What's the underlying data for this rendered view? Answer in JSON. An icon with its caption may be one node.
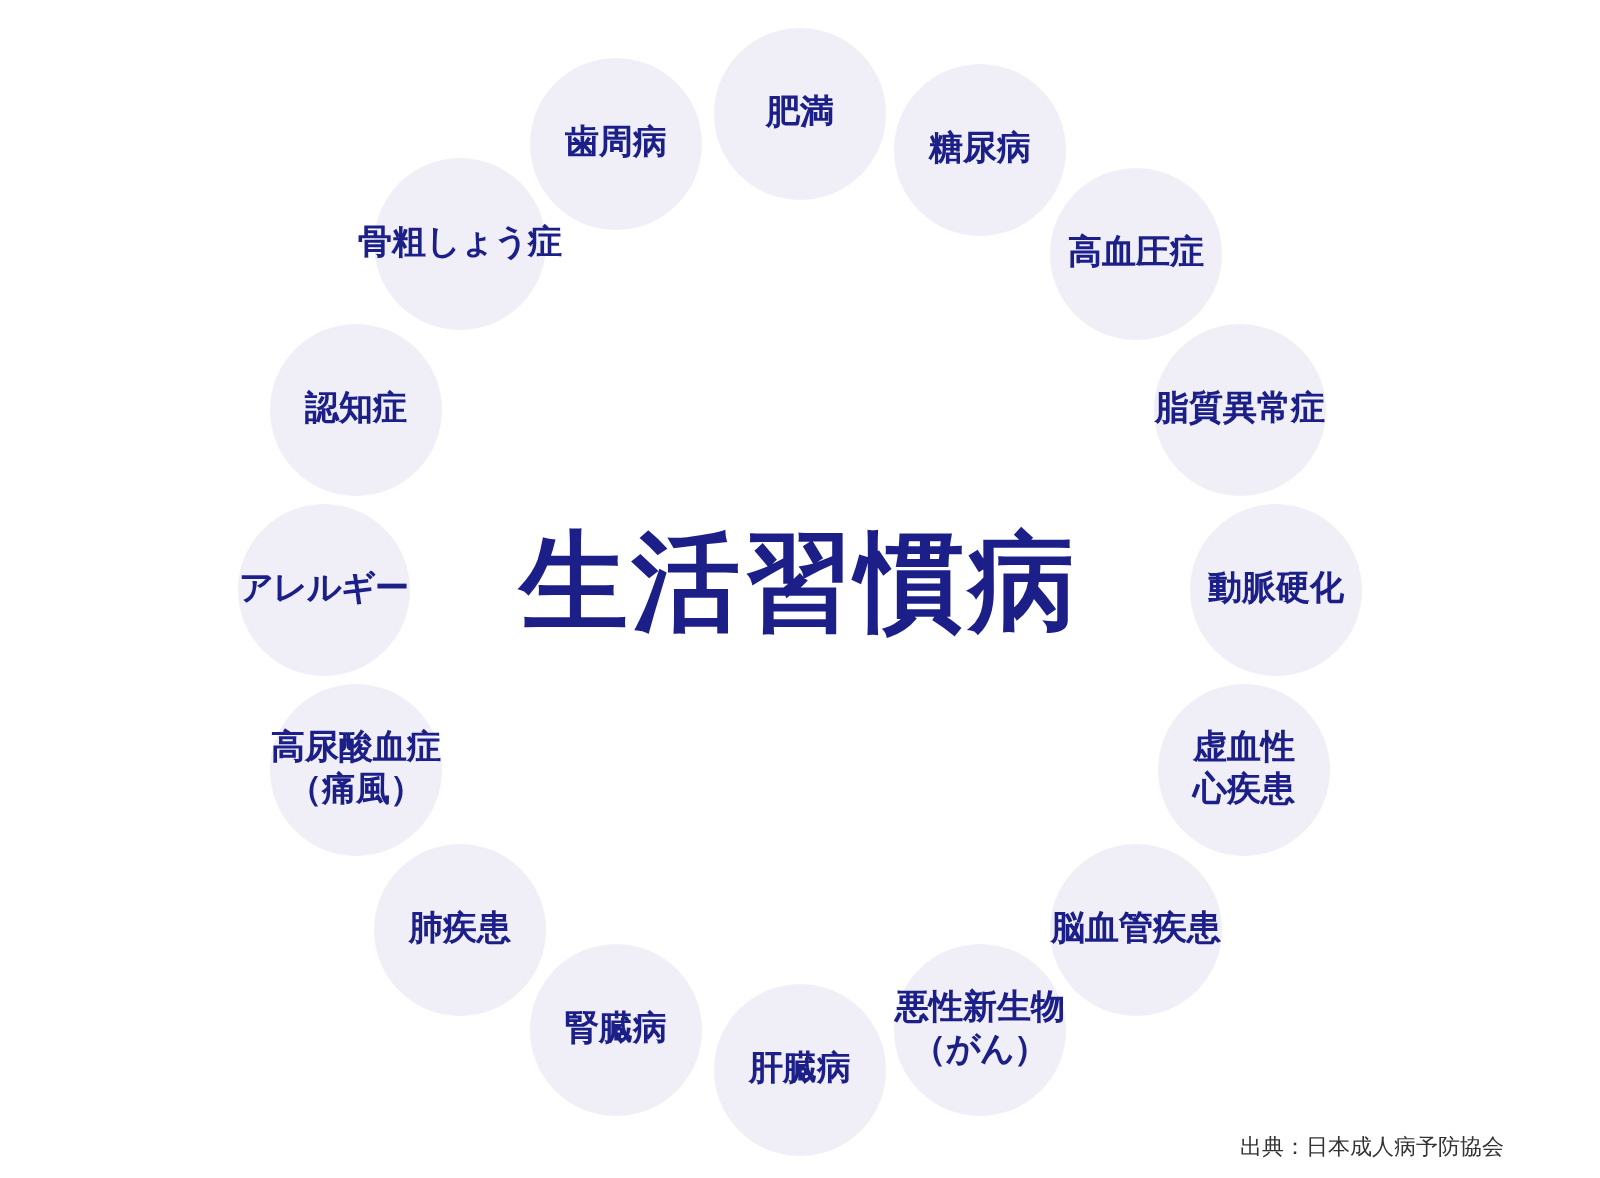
{
  "diagram": {
    "title": "生活習慣病",
    "caption": "出典：日本成人病予防協会",
    "nodes": [
      {
        "text": [
          "肥満"
        ]
      },
      {
        "text": [
          "糖尿病"
        ]
      },
      {
        "text": [
          "高血圧症"
        ]
      },
      {
        "text": [
          "脂質異常症"
        ]
      },
      {
        "text": [
          "動脈硬化"
        ]
      },
      {
        "text": [
          "虚血性心疾患"
        ]
      },
      {
        "text": [
          "脳血管疾患"
        ]
      },
      {
        "text": [
          "悪性新生物（がん）"
        ]
      },
      {
        "text": [
          "肝臓病"
        ]
      },
      {
        "text": [
          "腎臓病"
        ]
      },
      {
        "text": [
          "肺疾患"
        ]
      },
      {
        "text": [
          "高尿酸血症（痛風）"
        ]
      },
      {
        "text": [
          "アレルギー"
        ]
      },
      {
        "text": [
          "認知症"
        ]
      },
      {
        "text": [
          "骨粗しょう症"
        ]
      },
      {
        "text": [
          "歯周病"
        ]
      }
    ]
  }
}
